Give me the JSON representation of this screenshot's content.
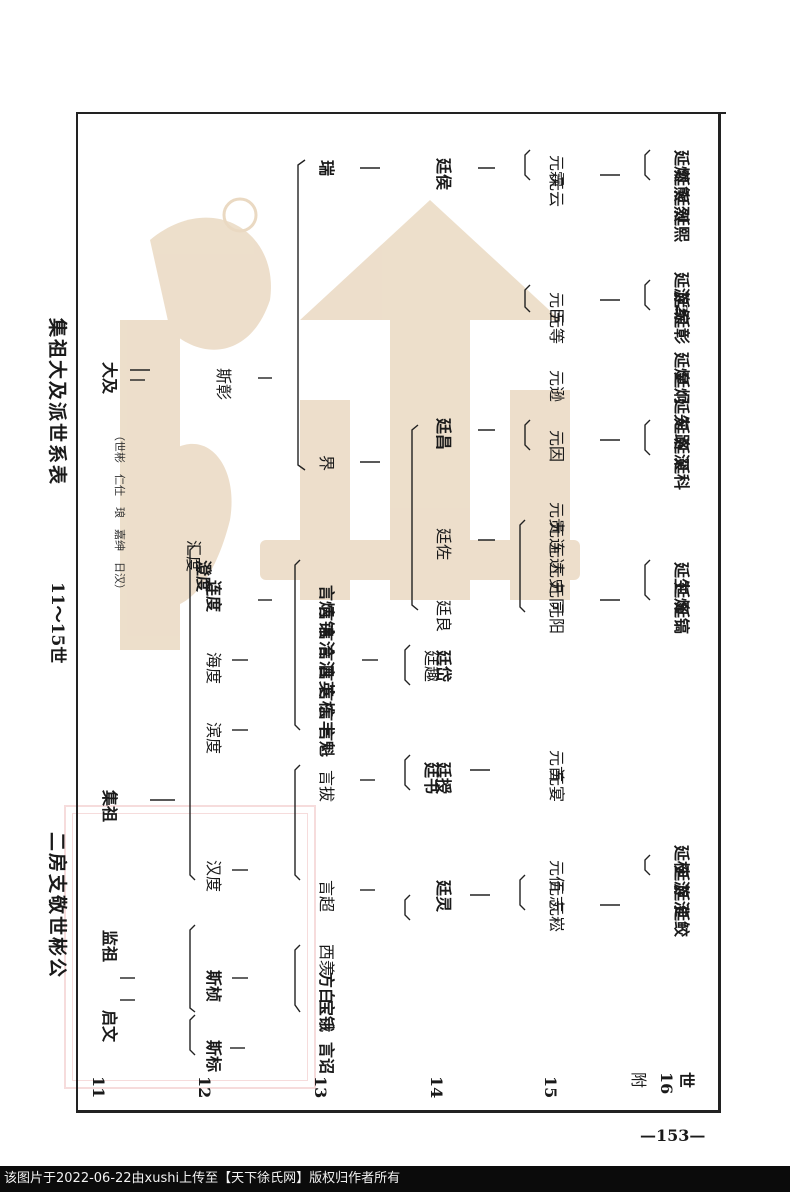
{
  "header": {
    "title_main": "二房支敬世彬公",
    "title_gen": "11～15世",
    "title_sub": "集祖大及派世系表"
  },
  "generations": [
    "11",
    "12",
    "13",
    "14",
    "15",
    "附",
    "16",
    "世"
  ],
  "names": {
    "n11_a": "监祖",
    "n11_b": "集祖",
    "n11_notes": "（世彬　仁仕　琅　嘉绅　日汉）",
    "n11_c": "大及",
    "n12_a": "启文",
    "n12_b": "斯桢",
    "n12_c": "斯标",
    "n12_d": "汉度",
    "n12_e": "滨度",
    "n12_f": "海度",
    "n12_g": "连度",
    "n12_h": "澄度",
    "n12_i": "汇度",
    "n12_j": "斯彰",
    "n13_a": "言诏",
    "n13_b": "宝锇",
    "n13_c": "方白",
    "n13_d": "西羡",
    "n13_e": "言超",
    "n13_f": "言拔",
    "n13_g": "言魁",
    "n13_h": "言丰",
    "n13_i": "言栋",
    "n13_j": "言英",
    "n13_k": "言泗",
    "n13_l": "言洽",
    "n13_m": "言锦",
    "n13_n": "言炳",
    "n13_o": "界",
    "n13_p": "瑞",
    "n14_a": "廷灵",
    "n14_b": "廷授",
    "n14_c": "廷书",
    "n14_d": "廷岱",
    "n14_e": "廷趣",
    "n14_f": "廷良",
    "n14_g": "廷佐",
    "n14_h": "廷昌",
    "n14_i": "廷侯",
    "n15_a": "元崧",
    "n15_b": "元志",
    "n15_c": "元佰",
    "n15_d": "元宴",
    "n15_e": "元首",
    "n15_f": "元阳",
    "n15_g": "元同",
    "n15_h": "元史",
    "n15_i": "元达",
    "n15_j": "元连",
    "n15_k": "元贵",
    "n15_l": "元因",
    "n15_m": "元逊",
    "n15_n": "元等",
    "n15_o": "元臣",
    "n15_p": "元云",
    "n15_q": "元霖",
    "n16_a": "延鲛",
    "n16_b": "延淮",
    "n16_c": "延游",
    "n16_d": "延桂",
    "n16_e": "延镐",
    "n16_f": "延烽",
    "n16_g": "延生",
    "n16_h": "延科",
    "n16_i": "延深",
    "n16_j": "延路",
    "n16_k": "延先",
    "n16_l": "延炯",
    "n16_m": "延煌",
    "n16_n": "延彰",
    "n16_o": "延综",
    "n16_p": "延游2",
    "n16_q": "延熙",
    "n16_r": "延烈",
    "n16_s": "延熊",
    "n16_t": "延燃"
  },
  "page_number": "—153—",
  "footer": "该图片于2022-06-22由xushi上传至【天下徐氏网】版权归作者所有",
  "colors": {
    "watermark": "#e8d7bf",
    "seal": "#f0c0c0",
    "footer_bg": "#0b0b0b"
  }
}
